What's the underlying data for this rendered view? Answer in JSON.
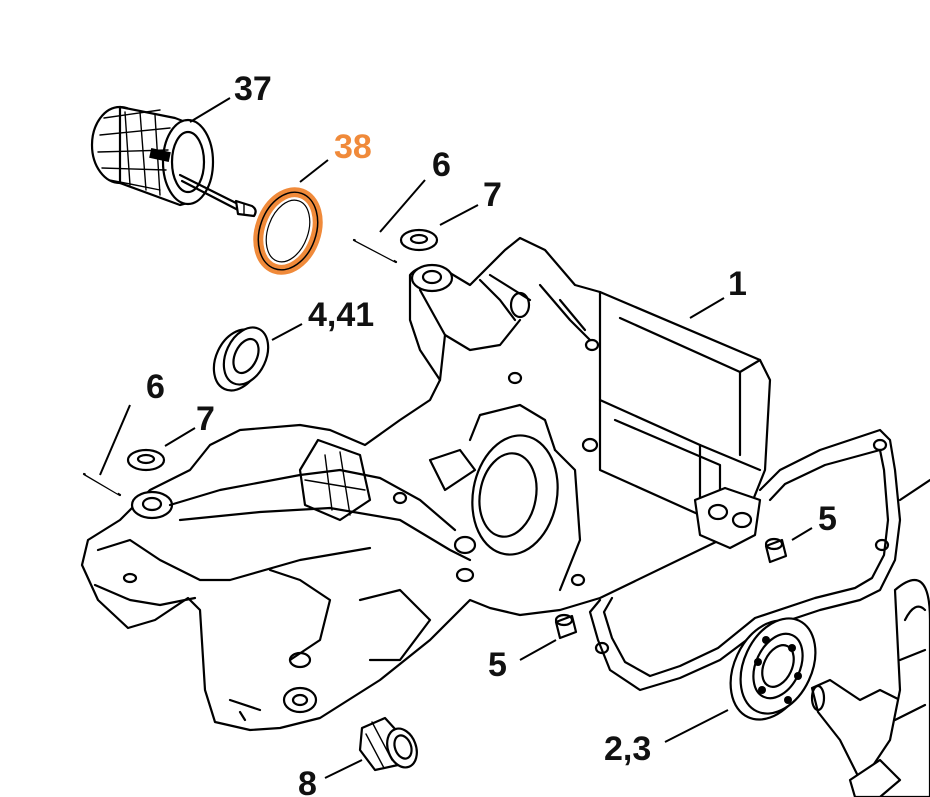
{
  "diagram": {
    "highlight_color": "#f08a3a",
    "line_color": "#000000",
    "background": "#ffffff",
    "callouts": {
      "c37": "37",
      "c38": "38",
      "c6a": "6",
      "c7a": "7",
      "c1": "1",
      "c441": "4,41",
      "c6b": "6",
      "c7b": "7",
      "c5a": "5",
      "c5b": "5",
      "c23": "2,3",
      "c8": "8"
    }
  }
}
